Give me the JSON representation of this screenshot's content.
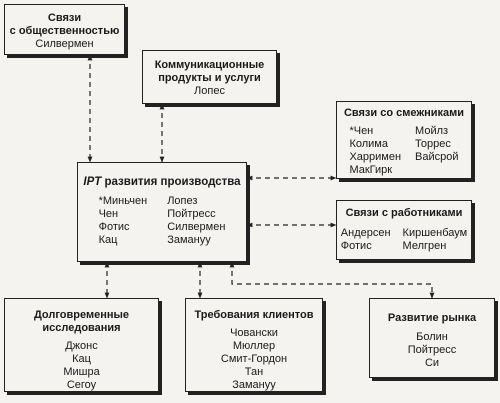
{
  "diagram": {
    "public_relations": {
      "title_line1": "Связи",
      "title_line2": "с общественностью",
      "members": [
        "Силвермен"
      ]
    },
    "comm_products": {
      "title_line1": "Коммуникационные",
      "title_line2": "продукты и услуги",
      "members": [
        "Лопес"
      ]
    },
    "adjacent": {
      "title": "Связи со смежниками",
      "col1": [
        "*Чен",
        "Колима",
        "Харримен",
        "МакГирк"
      ],
      "col2": [
        "Мойлз",
        "Торрес",
        "Вайсрой"
      ]
    },
    "ipt": {
      "title_italic": "IPT",
      "title_rest": " развития производства",
      "col1": [
        "*Миньчен",
        "Чен",
        "Фотис",
        "Кац"
      ],
      "col2": [
        "Лопез",
        "Пойтресс",
        "Силвермен",
        "Замануу"
      ]
    },
    "workers": {
      "title": "Связи с работниками",
      "col1": [
        "Андерсен",
        "Фотис"
      ],
      "col2": [
        "Киршенбаум",
        "Мелгрен"
      ]
    },
    "longterm": {
      "title_line1": "Долговременные",
      "title_line2": "исследования",
      "members": [
        "Джонс",
        "Кац",
        "Мишра",
        "Сегоу"
      ]
    },
    "customer": {
      "title": "Требования клиентов",
      "members": [
        "Човански",
        "Мюллер",
        "Смит-Гордон",
        "Тан",
        "Замануу"
      ]
    },
    "market": {
      "title": "Развитие рынка",
      "members": [
        "Болин",
        "Пойтресс",
        "Си"
      ]
    }
  }
}
